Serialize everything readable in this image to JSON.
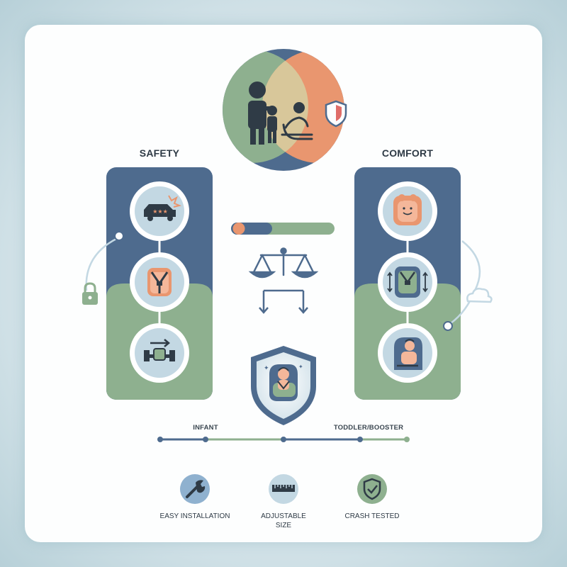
{
  "columns": {
    "left_title": "SAFETY",
    "right_title": "COMFORT"
  },
  "stages": {
    "left": "INFANT",
    "right": "TODDLER/BOOSTER"
  },
  "features": [
    {
      "label": "EASY INSTALLATION",
      "icon": "wrench-icon"
    },
    {
      "label": "ADJUSTABLE SIZE",
      "icon": "ruler-icon"
    },
    {
      "label": "CRASH TESTED",
      "icon": "shield-check-icon"
    }
  ],
  "colors": {
    "navy": "#4e6b8e",
    "sage": "#8eb08f",
    "coral": "#e9966f",
    "pale_blue": "#c3d8e3",
    "dark": "#2f3b46"
  }
}
